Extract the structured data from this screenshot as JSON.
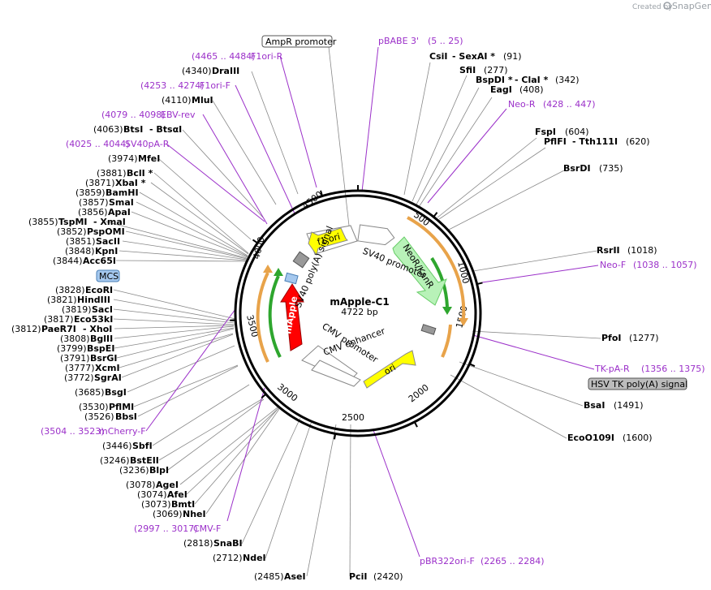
{
  "branding": {
    "created_by": "Created by",
    "app": "SnapGene"
  },
  "plasmid": {
    "name": "mApple-C1",
    "length": "4722 bp",
    "total_bp": 4722
  },
  "ticks": [
    "500",
    "1000",
    "1500",
    "2000",
    "2500",
    "3000",
    "3500",
    "4000",
    "4500"
  ],
  "features": {
    "ampr_promoter": "AmpR promoter",
    "sv40_polyA": "SV40 poly(A) signal",
    "f1_ori": "f1 ori",
    "sv40_promoter": "SV40 promoter",
    "neor": "NeoR/KanR",
    "mapple": "mApple",
    "cmv_promoter": "CMV promoter",
    "cmv_enhancer": "CMV enhancer",
    "ori": "ori",
    "mcs": "MCS",
    "hsv_tk": "HSV TK poly(A) signal"
  },
  "colors": {
    "ori": "#ffff00",
    "neor": "#b8f2b8",
    "mapple": "#ff0000",
    "mcs": "#a5c8ee",
    "primer": "#9b30c9",
    "orf": "#e8a34a",
    "orf_inner": "#2ea62e"
  },
  "labels": {
    "pbabe3": {
      "name": "pBABE 3'",
      "pos": "(5 .. 25)"
    },
    "csi": {
      "name": "CsiI",
      "name2": "- SexAI *",
      "pos": "(91)"
    },
    "sfi": {
      "name": "SfiI",
      "pos": "(277)"
    },
    "bspdi": {
      "name": "BspDI *",
      "name2": "- ClaI *",
      "pos": "(342)"
    },
    "eag": {
      "name": "EagI",
      "pos": "(408)"
    },
    "neor_primer": {
      "name": "Neo-R",
      "pos": "(428 .. 447)"
    },
    "fsp": {
      "name": "FspI",
      "pos": "(604)"
    },
    "pflfi": {
      "name": "PflFI",
      "name2": "- Tth111I",
      "pos": "(620)"
    },
    "bsrdi": {
      "name": "BsrDI",
      "pos": "(735)"
    },
    "rsrii": {
      "name": "RsrII",
      "pos": "(1018)"
    },
    "neof": {
      "name": "Neo-F",
      "pos": "(1038 .. 1057)"
    },
    "pfoi": {
      "name": "PfoI",
      "pos": "(1277)"
    },
    "tkpar": {
      "name": "TK-pA-R",
      "pos": "(1356 .. 1375)"
    },
    "bsai": {
      "name": "BsaI",
      "pos": "(1491)"
    },
    "eco109": {
      "name": "EcoO109I",
      "pos": "(1600)"
    },
    "pbr322": {
      "name": "pBR322ori-F",
      "pos": "(2265 .. 2284)"
    },
    "pcii": {
      "name": "PciI",
      "pos": "(2420)"
    },
    "asei": {
      "name": "AseI",
      "pos": "(2485)"
    },
    "ndei": {
      "name": "NdeI",
      "pos": "(2712)"
    },
    "snabi": {
      "name": "SnaBI",
      "pos": "(2818)"
    },
    "cmvf": {
      "name": "CMV-F",
      "pos": "(2997 .. 3017)"
    },
    "nhei": {
      "name": "NheI",
      "pos": "(3069)"
    },
    "bmti": {
      "name": "BmtI",
      "pos": "(3073)"
    },
    "afei": {
      "name": "AfeI",
      "pos": "(3074)"
    },
    "agei": {
      "name": "AgeI",
      "pos": "(3078)"
    },
    "blpi": {
      "name": "BlpI",
      "pos": "(3236)"
    },
    "bsteii": {
      "name": "BstEII",
      "pos": "(3246)"
    },
    "sbfi": {
      "name": "SbfI",
      "pos": "(3446)"
    },
    "mcherryf": {
      "name": "mCherry-F",
      "pos": "(3504 .. 3523)"
    },
    "bbsi": {
      "name": "BbsI",
      "pos": "(3526)"
    },
    "pflmi": {
      "name": "PflMI",
      "pos": "(3530)"
    },
    "bsgi": {
      "name": "BsgI",
      "pos": "(3685)"
    },
    "sgrai": {
      "name": "SgrAI",
      "pos": "(3772)"
    },
    "xcmi": {
      "name": "XcmI",
      "pos": "(3777)"
    },
    "bsrgi": {
      "name": "BsrGI",
      "pos": "(3791)"
    },
    "bspei": {
      "name": "BspEI",
      "pos": "(3799)"
    },
    "bglii": {
      "name": "BglII",
      "pos": "(3808)"
    },
    "paer7i": {
      "name": "PaeR7I",
      "name2": "- XhoI",
      "pos": "(3812)"
    },
    "eco53ki": {
      "name": "Eco53kI",
      "pos": "(3817)"
    },
    "saci1": {
      "name": "SacI",
      "pos": "(3819)"
    },
    "hindiii": {
      "name": "HindIII",
      "pos": "(3821)"
    },
    "ecori": {
      "name": "EcoRI",
      "pos": "(3828)"
    },
    "acc65i": {
      "name": "Acc65I",
      "pos": "(3844)"
    },
    "kpni": {
      "name": "KpnI",
      "pos": "(3848)"
    },
    "sacii": {
      "name": "SacII",
      "pos": "(3851)"
    },
    "pspomi": {
      "name": "PspOMI",
      "pos": "(3852)"
    },
    "tspmi": {
      "name": "TspMI",
      "name2": "- XmaI",
      "pos": "(3855)"
    },
    "apai": {
      "name": "ApaI",
      "pos": "(3856)"
    },
    "smai": {
      "name": "SmaI",
      "pos": "(3857)"
    },
    "bamhi": {
      "name": "BamHI",
      "pos": "(3859)"
    },
    "xbai": {
      "name": "XbaI *",
      "pos": "(3871)"
    },
    "bcli": {
      "name": "BclI *",
      "pos": "(3881)"
    },
    "mfei": {
      "name": "MfeI",
      "pos": "(3974)"
    },
    "sv40par": {
      "name": "SV40pA-R",
      "pos": "(4025 .. 4044)"
    },
    "btsi": {
      "name": "BtsI",
      "name2": "- BtsαI",
      "pos": "(4063)"
    },
    "ebvrev": {
      "name": "EBV-rev",
      "pos": "(4079 .. 4098)"
    },
    "mlui": {
      "name": "MluI",
      "pos": "(4110)"
    },
    "f1orif": {
      "name": "F1ori-F",
      "pos": "(4253 .. 4274)"
    },
    "draiii": {
      "name": "DraIII",
      "pos": "(4340)"
    },
    "f1orir": {
      "name": "F1ori-R",
      "pos": "(4465 .. 4484)"
    }
  }
}
